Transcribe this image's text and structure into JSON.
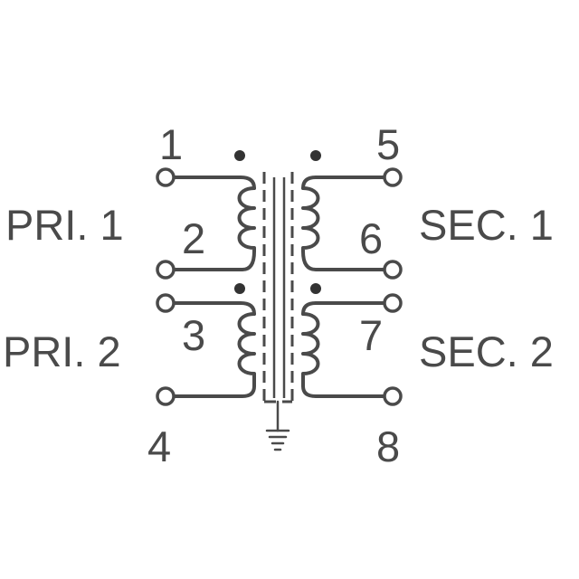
{
  "labels": {
    "pri1": "PRI. 1",
    "pri2": "PRI. 2",
    "sec1": "SEC. 1",
    "sec2": "SEC. 2"
  },
  "pins": {
    "p1": "1",
    "p2": "2",
    "p3": "3",
    "p4": "4",
    "p5": "5",
    "p6": "6",
    "p7": "7",
    "p8": "8"
  },
  "colors": {
    "stroke": "#4a4a4a",
    "text": "#4a4a4a",
    "background": "#ffffff"
  }
}
